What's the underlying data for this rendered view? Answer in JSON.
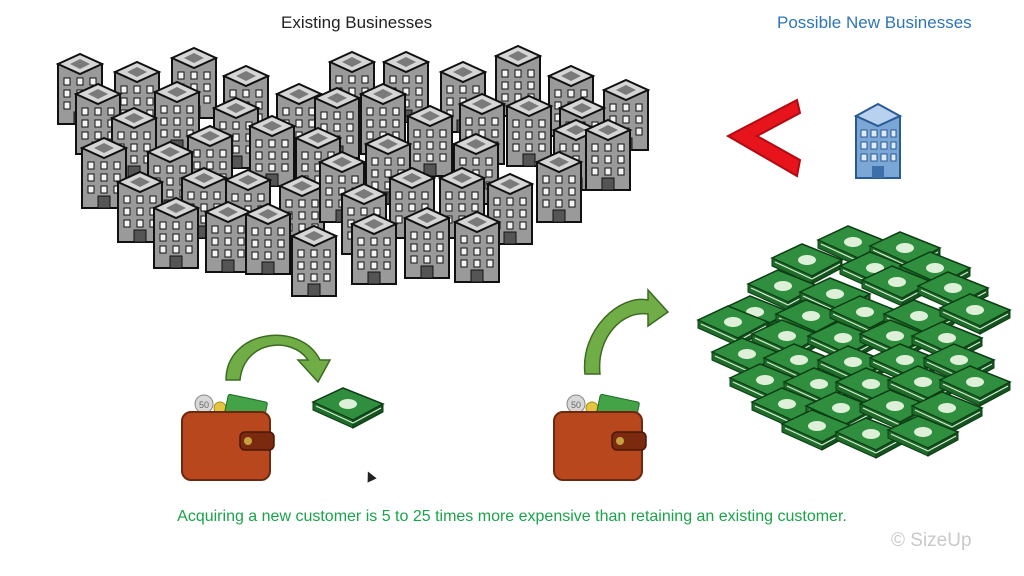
{
  "titles": {
    "existing": "Existing Businesses",
    "new": "Possible New Businesses"
  },
  "caption": "Acquiring a new customer is 5 to 25 times more expensive than retaining an existing customer.",
  "watermark": "© SizeUp",
  "coin_value": "50",
  "comparison_symbol": "<",
  "colors": {
    "caption": "#1aa34a",
    "new_title": "#2e75b6",
    "less_than": "#e8141c",
    "arrow": "#70ad47",
    "money": "#1e7a2e",
    "wallet": "#b8471d"
  },
  "icons": {
    "existing_building": "gray-office-building-icon",
    "new_building": "blue-office-building-icon",
    "wallet": "wallet-icon",
    "money": "cash-stack-icon",
    "arrow": "curved-arrow-icon"
  },
  "counts": {
    "existing_buildings": 47,
    "small_money_stacks": 1,
    "large_money_stacks": 36
  }
}
